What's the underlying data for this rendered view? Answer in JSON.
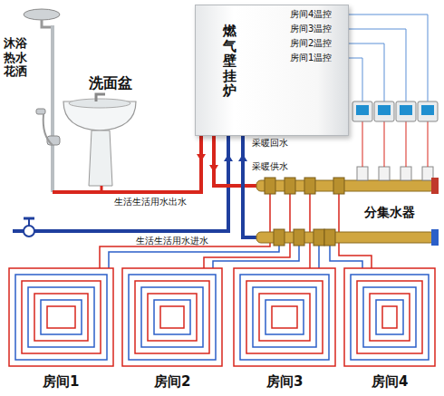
{
  "diagram": {
    "nodes": [
      {
        "text": [
          "燃气壁挂炉",
          "房间4温控",
          "房间3温控",
          "房间2温控",
          "房间1温控"
        ]
      }
    ],
    "labels": [
      "沐浴热水花洒",
      "洗面盆",
      "采暖回水",
      "采暖供水",
      "生活生活用水出水",
      "生活生活用水进水",
      "分集水器",
      "房间1",
      "房间2",
      "房间3",
      "房间4"
    ]
  }
}
